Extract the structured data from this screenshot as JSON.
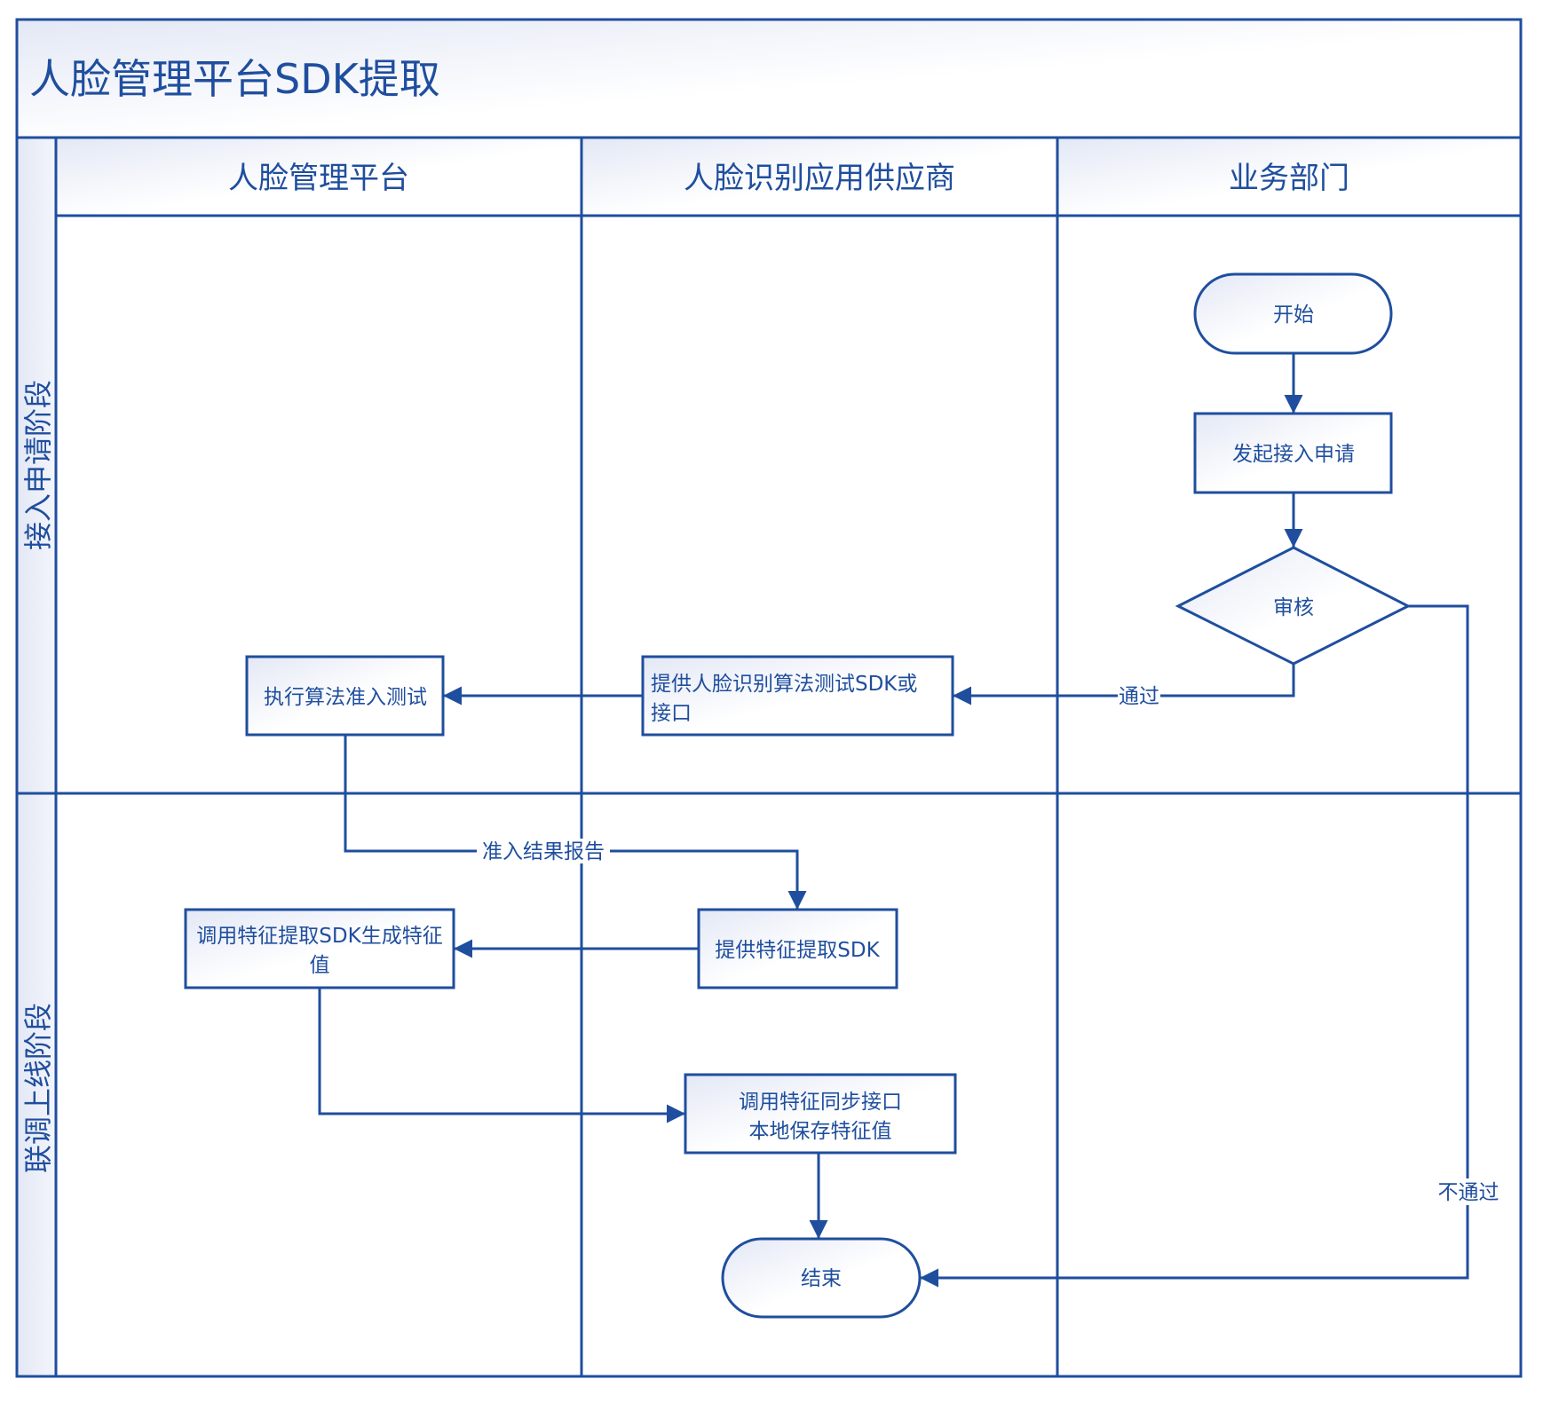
{
  "title": "人脸管理平台SDK提取",
  "lanes": [
    {
      "id": "platform",
      "label": "人脸管理平台"
    },
    {
      "id": "vendor",
      "label": "人脸识别应用供应商"
    },
    {
      "id": "business",
      "label": "业务部门"
    }
  ],
  "phases": [
    {
      "id": "apply",
      "label": "接入申请阶段"
    },
    {
      "id": "online",
      "label": "联调上线阶段"
    }
  ],
  "nodes": {
    "start": {
      "type": "terminator",
      "lane": "business",
      "phase": "apply",
      "lines": [
        "开始"
      ]
    },
    "submit": {
      "type": "process",
      "lane": "business",
      "phase": "apply",
      "lines": [
        "发起接入申请"
      ]
    },
    "review": {
      "type": "decision",
      "lane": "business",
      "phase": "apply",
      "lines": [
        "审核"
      ]
    },
    "provide_test_sdk": {
      "type": "process",
      "lane": "vendor",
      "phase": "apply",
      "lines": [
        "提供人脸识别算法测试SDK或",
        "接口"
      ]
    },
    "run_test": {
      "type": "process",
      "lane": "platform",
      "phase": "apply",
      "lines": [
        "执行算法准入测试"
      ]
    },
    "provide_extract_sdk": {
      "type": "process",
      "lane": "vendor",
      "phase": "online",
      "lines": [
        "提供特征提取SDK"
      ]
    },
    "gen_features": {
      "type": "process",
      "lane": "platform",
      "phase": "online",
      "lines": [
        "调用特征提取SDK生成特征",
        "值"
      ]
    },
    "sync_features": {
      "type": "process",
      "lane": "vendor",
      "phase": "online",
      "lines": [
        "调用特征同步接口",
        "本地保存特征值"
      ]
    },
    "end": {
      "type": "terminator",
      "lane": "vendor",
      "phase": "online",
      "lines": [
        "结束"
      ]
    }
  },
  "edges": [
    {
      "from": "start",
      "to": "submit",
      "label": ""
    },
    {
      "from": "submit",
      "to": "review",
      "label": ""
    },
    {
      "from": "review",
      "to": "provide_test_sdk",
      "label": "通过"
    },
    {
      "from": "review",
      "to": "end",
      "label": "不通过"
    },
    {
      "from": "provide_test_sdk",
      "to": "run_test",
      "label": ""
    },
    {
      "from": "run_test",
      "to": "provide_extract_sdk",
      "label": "准入结果报告"
    },
    {
      "from": "provide_extract_sdk",
      "to": "gen_features",
      "label": ""
    },
    {
      "from": "gen_features",
      "to": "sync_features",
      "label": ""
    },
    {
      "from": "sync_features",
      "to": "end",
      "label": ""
    }
  ],
  "colors": {
    "line": "#1f4e9e",
    "text": "#1f4e9e",
    "fill_light": "#e6eaf5",
    "fill_white": "#ffffff"
  }
}
